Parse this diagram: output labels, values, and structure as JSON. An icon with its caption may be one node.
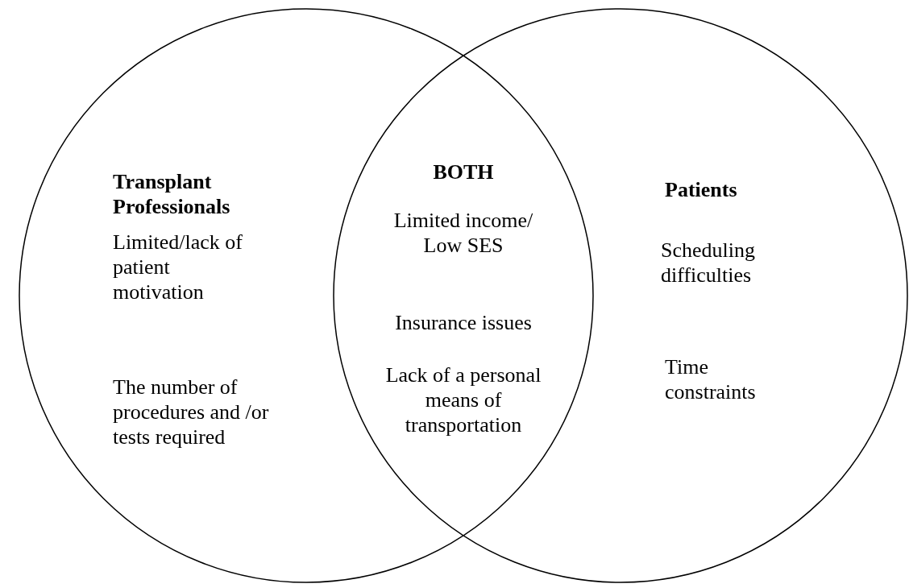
{
  "diagram": {
    "nodes": [
      {
        "text": [
          "Transplant Professionals",
          "Limited/lack of patient motivation",
          "The number of procedures and /or tests required"
        ]
      },
      {
        "text": [
          "Patients",
          "Scheduling difficulties",
          "Time constraints"
        ]
      }
    ],
    "edges": [],
    "labels": [
      "BOTH",
      "Limited income/ Low SES",
      "Insurance issues",
      "Lack of a personal means of transportation"
    ]
  }
}
